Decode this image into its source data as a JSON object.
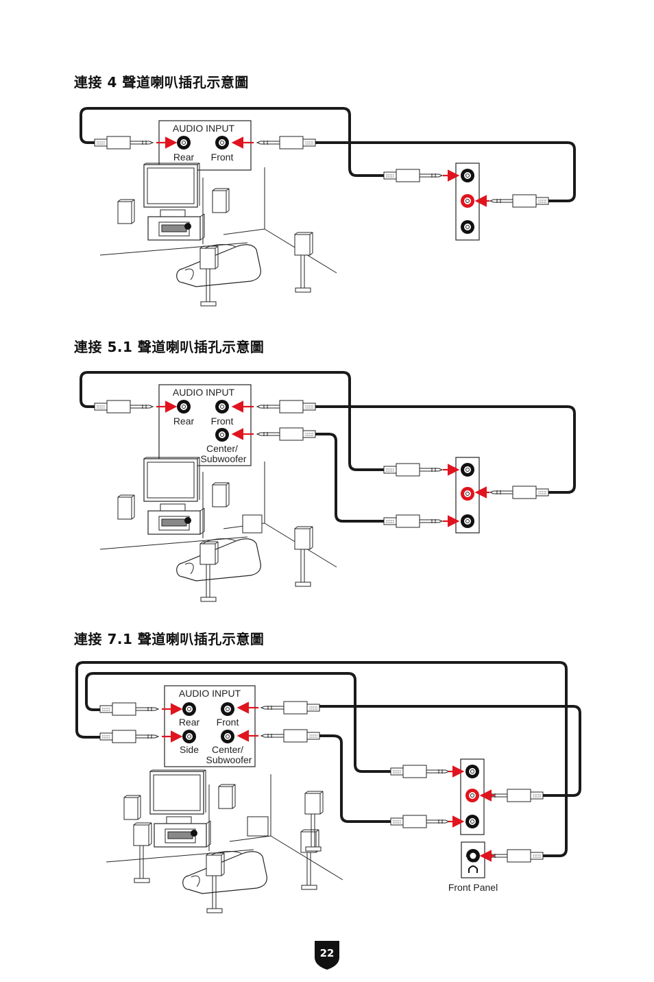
{
  "sections": [
    {
      "title": "連接 4 聲道喇叭插孔示意圖",
      "panel_title": "AUDIO INPUT",
      "labels": [
        "Rear",
        "Front"
      ]
    },
    {
      "title": "連接 5.1 聲道喇叭插孔示意圖",
      "panel_title": "AUDIO INPUT",
      "labels": [
        "Rear",
        "Front",
        "Center/",
        "Subwoofer"
      ]
    },
    {
      "title": "連接 7.1 聲道喇叭插孔示意圖",
      "panel_title": "AUDIO INPUT",
      "labels": [
        "Rear",
        "Front",
        "Side",
        "Center/",
        "Subwoofer"
      ],
      "front_panel_label": "Front Panel"
    }
  ],
  "page_number": "22",
  "colors": {
    "accent": "#e0141e",
    "cable": "#1a1a1a",
    "badge": "#111111"
  }
}
